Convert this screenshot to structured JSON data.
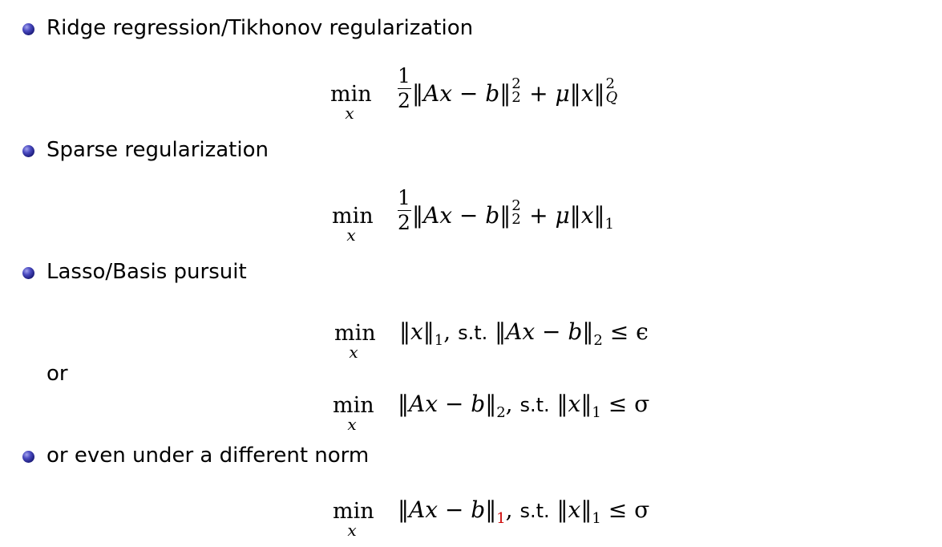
{
  "slide": {
    "items": [
      {
        "bullet_text": "Ridge regression/Tikhonov regularization",
        "formula": {
          "op": "min",
          "sub": "x",
          "frac_num": "1",
          "frac_den": "2",
          "norm1_body": "‖Ax − b‖",
          "norm1_sup": "2",
          "norm1_sub": "2",
          "plus": "+",
          "mu": "μ",
          "norm2_body": "‖x‖",
          "norm2_sup": "2",
          "norm2_sub": "Q"
        }
      },
      {
        "bullet_text": "Sparse regularization",
        "formula": {
          "op": "min",
          "sub": "x",
          "frac_num": "1",
          "frac_den": "2",
          "norm1_body": "‖Ax − b‖",
          "norm1_sup": "2",
          "norm1_sub": "2",
          "plus": "+",
          "mu": "μ",
          "norm2_body": "‖x‖",
          "norm2_sub": "1"
        }
      },
      {
        "bullet_text": "Lasso/Basis pursuit",
        "formula_a": {
          "op": "min",
          "sub": "x",
          "obj_body": "‖x‖",
          "obj_sub": "1",
          "comma": ",",
          "st": "s.t.",
          "con_body": "‖Ax − b‖",
          "con_sub": "2",
          "rel": "≤ ϵ"
        },
        "or_text": "or",
        "formula_b": {
          "op": "min",
          "sub": "x",
          "obj_body": "‖Ax − b‖",
          "obj_sub": "2",
          "comma": ",",
          "st": "s.t.",
          "con_body": "‖x‖",
          "con_sub": "1",
          "rel": "≤ σ"
        }
      },
      {
        "bullet_text": "or even under a different norm",
        "formula": {
          "op": "min",
          "sub": "x",
          "obj_body": "‖Ax − b‖",
          "obj_sub": "1",
          "obj_sub_color": "#cc0000",
          "comma": ",",
          "st": "s.t.",
          "con_body": "‖x‖",
          "con_sub": "1",
          "rel": "≤ σ"
        }
      }
    ]
  }
}
